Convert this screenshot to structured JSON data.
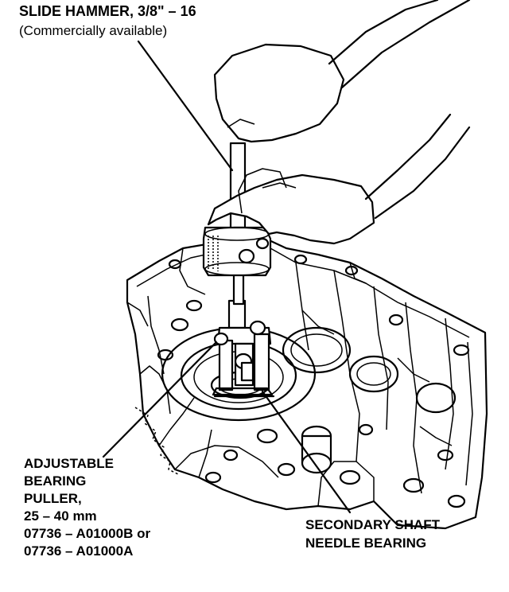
{
  "labels": {
    "slide_hammer": {
      "title": "SLIDE HAMMER, 3/8\" – 16",
      "subtitle": "(Commercially available)"
    },
    "adjustable_puller": {
      "lines": [
        "ADJUSTABLE",
        "BEARING",
        "PULLER,",
        "25 – 40 mm",
        "07736 – A01000B or",
        "07736 – A01000A"
      ]
    },
    "secondary_bearing": {
      "lines": [
        "SECONDARY SHAFT",
        "NEEDLE BEARING"
      ]
    }
  },
  "colors": {
    "ink": "#000000",
    "paper": "#ffffff"
  }
}
